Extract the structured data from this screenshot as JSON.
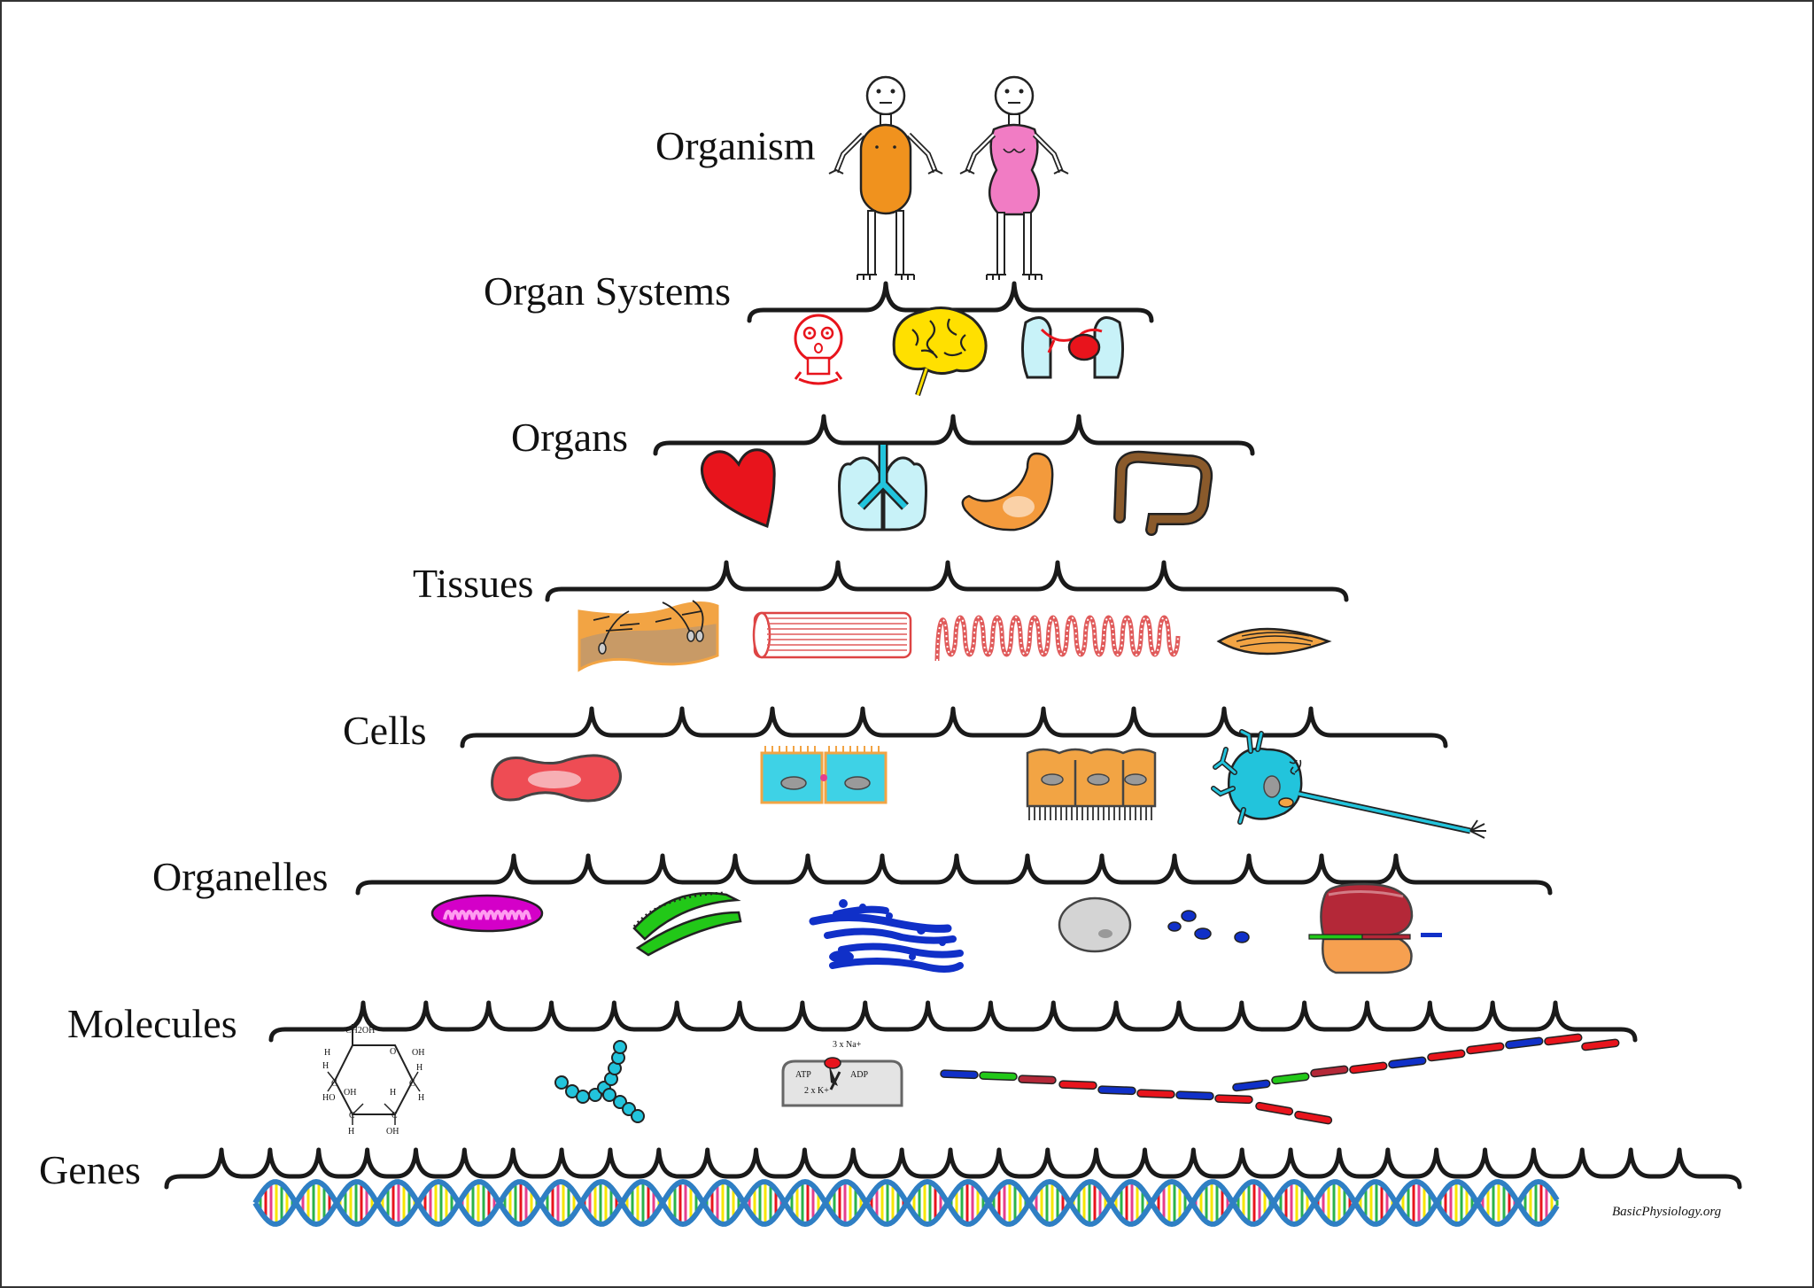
{
  "levels": {
    "organism": "Organism",
    "organ_systems": "Organ Systems",
    "organs": "Organs",
    "tissues": "Tissues",
    "cells": "Cells",
    "organelles": "Organelles",
    "molecules": "Molecules",
    "genes": "Genes"
  },
  "molecule_labels": {
    "ch2oh": "CH2OH",
    "o": "O",
    "h": "H",
    "oh": "OH",
    "ho": "HO",
    "c": "C",
    "na": "3 x Na+",
    "k": "2 x K+",
    "atp": "ATP",
    "adp": "ADP"
  },
  "credit": "BasicPhysiology.org",
  "colors": {
    "male": "#f0921e",
    "female": "#f17cc4",
    "heart": "#e8141c",
    "brain": "#ffe000",
    "lung": "#c8f2f8",
    "cyan": "#22c4dc",
    "stomach": "#f39a3c",
    "intestine": "#8a5a2b",
    "tissue_red": "#e05a5a",
    "cell_orange": "#f2a444",
    "mito": "#d400c8",
    "er": "#22c818",
    "golgi": "#1030c8",
    "nucleus": "#d4d4d4",
    "ribosome_top": "#b42838",
    "ribosome_bottom": "#f6a050",
    "dna_blue": "#2f7fc4"
  }
}
